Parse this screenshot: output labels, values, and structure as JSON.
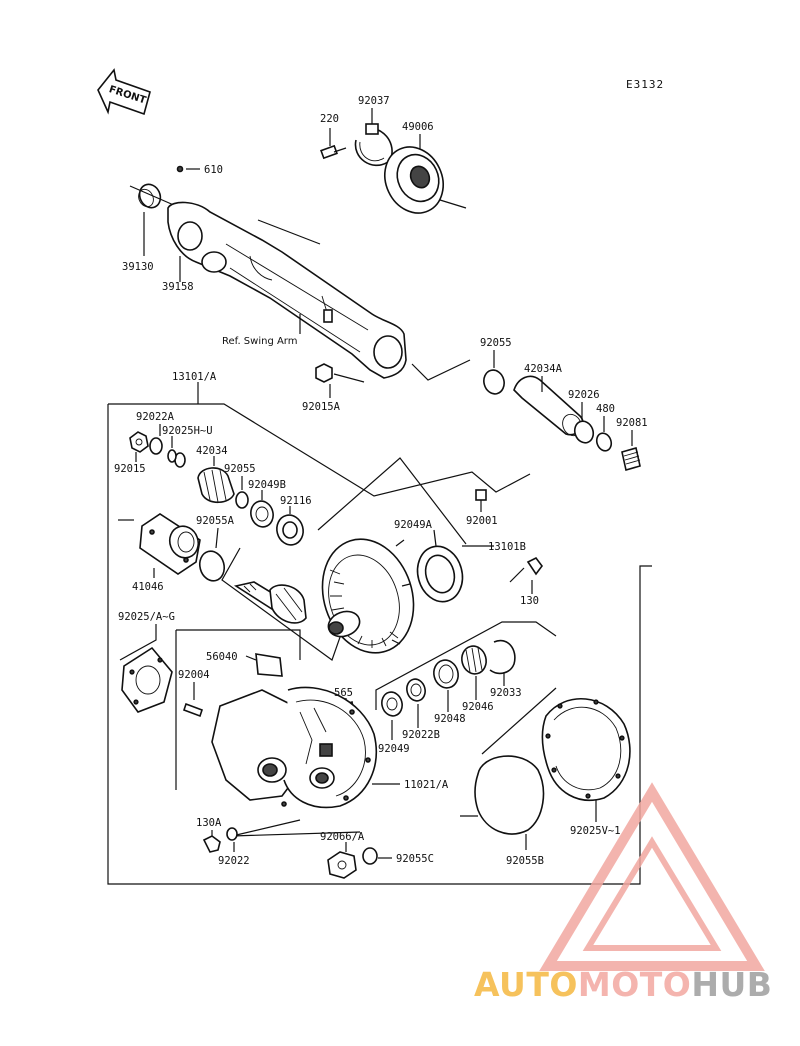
{
  "diagram_code": "E3132",
  "front_arrow_label": "FRONT",
  "reference_label": "Ref. Swing Arm",
  "part_labels": {
    "p220": "220",
    "p92037": "92037",
    "p49006": "49006",
    "p610": "610",
    "p39130": "39130",
    "p39158": "39158",
    "p92015A": "92015A",
    "p92055_top": "92055",
    "p42034A": "42034A",
    "p92026": "92026",
    "p480": "480",
    "p92081": "92081",
    "p13101A": "13101/A",
    "p92022A": "92022A",
    "p92025HU": "92025H~U",
    "p92015": "92015",
    "p42034": "42034",
    "p92055_mid": "92055",
    "p92049B": "92049B",
    "p92116": "92116",
    "p92001": "92001",
    "p92055A": "92055A",
    "p92049A": "92049A",
    "p13101B": "13101B",
    "p41046": "41046",
    "p130": "130",
    "p92025AG": "92025/A~G",
    "p56040": "56040",
    "p92004": "92004",
    "p565": "565",
    "p92033": "92033",
    "p92046": "92046",
    "p92048": "92048",
    "p92022B": "92022B",
    "p92049": "92049",
    "p11021A": "11021/A",
    "p130A": "130A",
    "p92022": "92022",
    "p92066A": "92066/A",
    "p92055C": "92055C",
    "p92055B": "92055B",
    "p92025V1": "92025V~1"
  },
  "watermark": {
    "part1": "AUTO",
    "part2": "MOTO",
    "part3": "HUB",
    "color1": "#f5b840",
    "color2": "#f3a8a0",
    "color3": "#9e9e9e",
    "triangle_color": "#f2a8a0"
  }
}
